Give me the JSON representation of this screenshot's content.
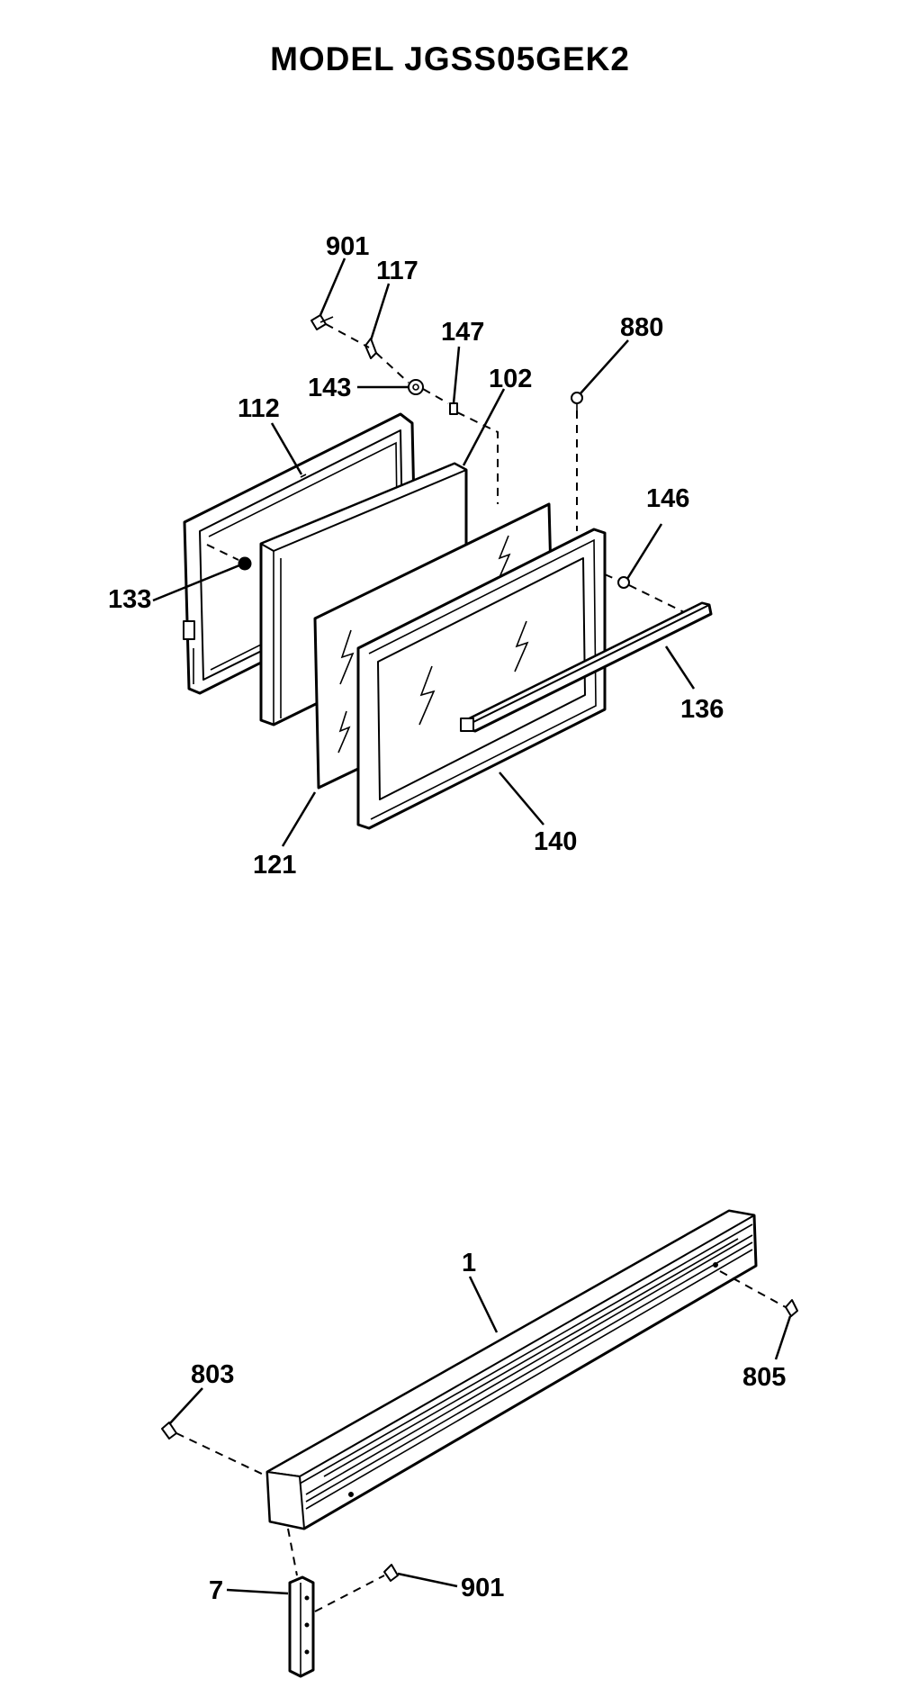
{
  "title": "MODEL JGSS05GEK2",
  "callouts": {
    "c901_top": "901",
    "c117": "117",
    "c147": "147",
    "c880": "880",
    "c143": "143",
    "c102": "102",
    "c112": "112",
    "c146": "146",
    "c133": "133",
    "c136": "136",
    "c121": "121",
    "c140": "140",
    "c1": "1",
    "c803": "803",
    "c805": "805",
    "c7": "7",
    "c901_bottom": "901"
  }
}
